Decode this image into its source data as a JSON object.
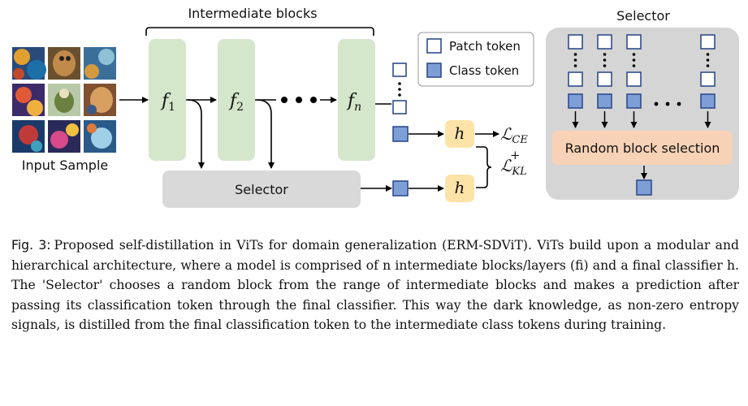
{
  "diagram": {
    "top_label": "Intermediate blocks",
    "input_label": "Input Sample",
    "blocks": [
      {
        "name": "f",
        "sub": "1"
      },
      {
        "name": "f",
        "sub": "2"
      },
      {
        "name": "f",
        "sub": "n"
      }
    ],
    "selector_bar_label": "Selector",
    "classifier_label": "h",
    "loss_ce": {
      "main": "ℒ",
      "sub": "CE"
    },
    "loss_kl": {
      "main": "ℒ",
      "sub": "KL",
      "sup": "+"
    },
    "legend": {
      "patch": "Patch token",
      "class": "Class token"
    },
    "selector_panel": {
      "title": "Selector",
      "box_label": "Random block selection"
    },
    "colors": {
      "block_green": "#d4e7cb",
      "class_blue": "#7e9fd6",
      "token_border": "#2f4d8c",
      "h_yellow": "#fde3a7",
      "random_orange": "#f8d2b6",
      "panel_gray": "#d5d5d5",
      "selector_bar_gray": "#d9d9d9"
    }
  },
  "caption": {
    "fig_label": "Fig. 3:",
    "text": "Proposed self-distillation in ViTs for domain generalization (ERM-SDViT). ViTs build upon a modular and hierarchical architecture, where a model is comprised of n intermediate blocks/layers (fi) and a final classifier h. The 'Selector' chooses a random block from the range of intermediate blocks and makes a prediction after passing its classification token through the final classifier. This way the dark knowledge, as non-zero entropy signals, is distilled from the final classification token to the intermediate class tokens during training."
  }
}
